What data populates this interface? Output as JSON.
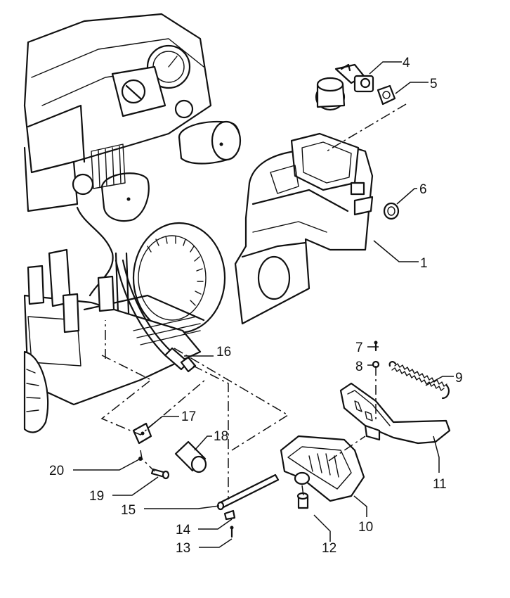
{
  "diagram": {
    "callouts": [
      {
        "id": "c1",
        "label": "1"
      },
      {
        "id": "c4",
        "label": "4"
      },
      {
        "id": "c5",
        "label": "5"
      },
      {
        "id": "c6",
        "label": "6"
      },
      {
        "id": "c7",
        "label": "7"
      },
      {
        "id": "c8",
        "label": "8"
      },
      {
        "id": "c9",
        "label": "9"
      },
      {
        "id": "c10",
        "label": "10"
      },
      {
        "id": "c11",
        "label": "11"
      },
      {
        "id": "c12",
        "label": "12"
      },
      {
        "id": "c13",
        "label": "13"
      },
      {
        "id": "c14",
        "label": "14"
      },
      {
        "id": "c15",
        "label": "15"
      },
      {
        "id": "c16",
        "label": "16"
      },
      {
        "id": "c17",
        "label": "17"
      },
      {
        "id": "c18",
        "label": "18"
      },
      {
        "id": "c19",
        "label": "19"
      },
      {
        "id": "c20",
        "label": "20"
      }
    ]
  }
}
